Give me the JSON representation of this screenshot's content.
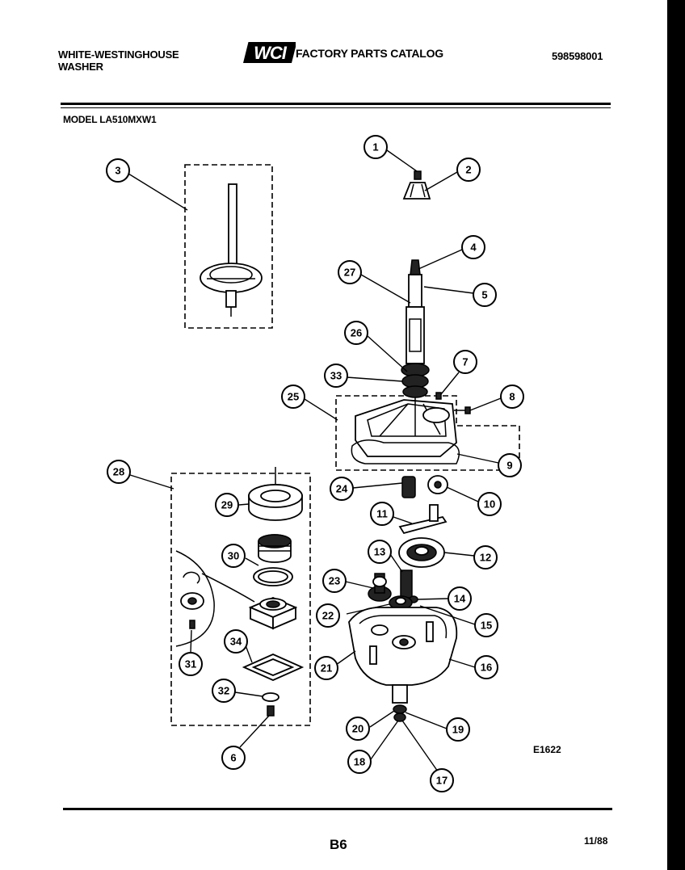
{
  "header": {
    "brand_line1": "WHITE-WESTINGHOUSE",
    "brand_line2": "WASHER",
    "logo_text": "WCI",
    "catalog_title": "FACTORY PARTS CATALOG",
    "doc_number": "598598001"
  },
  "model": "MODEL LA510MXW1",
  "figure_id": "E1622",
  "footer": {
    "page": "B6",
    "date": "11/88"
  },
  "callouts": [
    "1",
    "2",
    "3",
    "4",
    "5",
    "6",
    "7",
    "8",
    "9",
    "10",
    "11",
    "12",
    "13",
    "14",
    "15",
    "16",
    "17",
    "18",
    "19",
    "20",
    "21",
    "22",
    "23",
    "24",
    "25",
    "26",
    "27",
    "28",
    "29",
    "30",
    "31",
    "32",
    "33",
    "34"
  ]
}
